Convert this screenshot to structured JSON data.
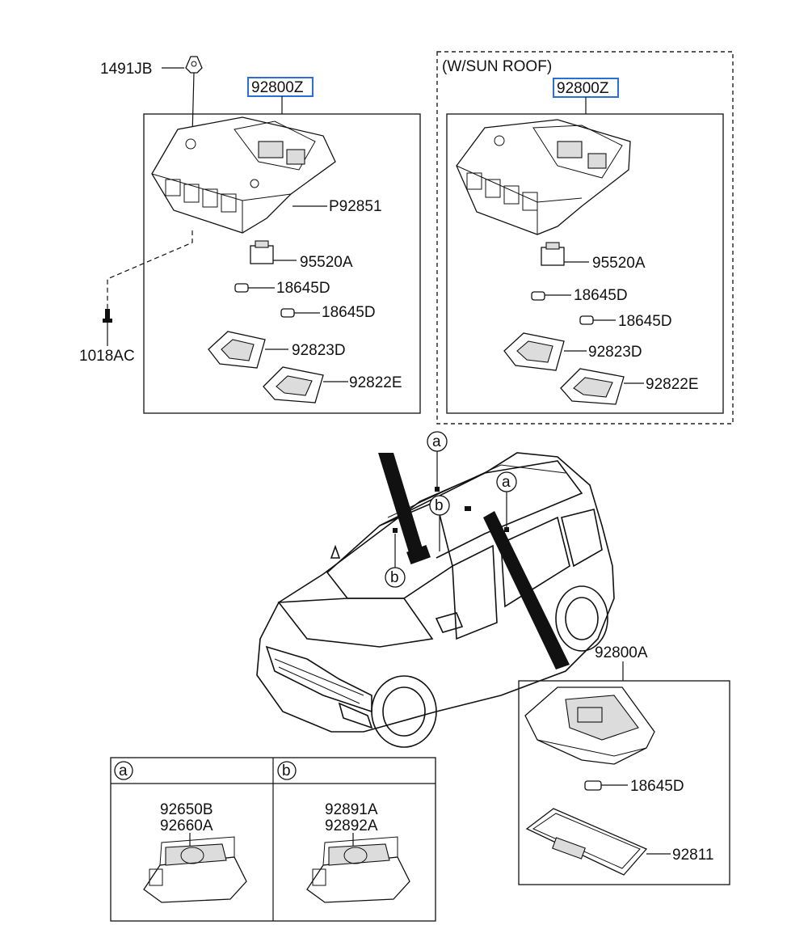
{
  "highlight_color": "#2a6fd6",
  "left_assembly": {
    "top_label": "92800Z",
    "screw_top": "1491JB",
    "screw_side": "1018AC",
    "parts": [
      "P92851",
      "95520A",
      "18645D",
      "18645D",
      "92823D",
      "92822E"
    ]
  },
  "right_assembly": {
    "variant": "(W/SUN ROOF)",
    "top_label": "92800Z",
    "parts": [
      "95520A",
      "18645D",
      "18645D",
      "92823D",
      "92822E"
    ]
  },
  "vehicle": {
    "callouts": [
      "a",
      "b",
      "a",
      "b"
    ]
  },
  "rear_lamp": {
    "label": "92800A",
    "parts": [
      "18645D",
      "92811"
    ]
  },
  "detail_a": {
    "marker": "a",
    "lines": [
      "92650B",
      "92660A"
    ]
  },
  "detail_b": {
    "marker": "b",
    "lines": [
      "92891A",
      "92892A"
    ]
  }
}
